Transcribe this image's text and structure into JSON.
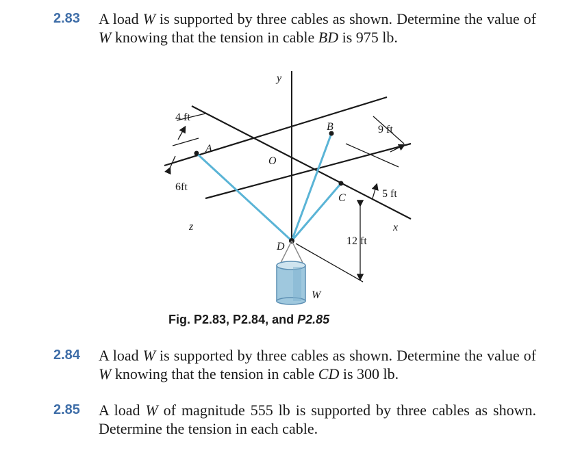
{
  "problems": [
    {
      "number": "2.83",
      "pre": "A load ",
      "var1": "W",
      "mid1": " is supported by three cables as shown. Determine the value of ",
      "var2": "W",
      "mid2": " knowing that the tension in cable ",
      "var3": "BD",
      "post": " is 975 lb."
    },
    {
      "number": "2.84",
      "pre": "A load ",
      "var1": "W",
      "mid1": " is supported by three cables as shown. Determine the value of ",
      "var2": "W",
      "mid2": " knowing that the tension in cable ",
      "var3": "CD",
      "post": " is 300 lb."
    },
    {
      "number": "2.85",
      "pre": "A load ",
      "var1": "W",
      "post": " of magnitude 555 lb is supported by three cables as shown. Determine the tension in each cable."
    }
  ],
  "figure": {
    "caption_main": "Fig. P2.83, P2.84, and ",
    "caption_italic": "P2.85",
    "labels": {
      "y": "y",
      "x": "x",
      "z": "z",
      "O": "O",
      "A": "A",
      "B": "B",
      "C": "C",
      "D": "D",
      "W": "W",
      "dim_4ft": "4 ft",
      "dim_6ft": "6ft",
      "dim_9ft": "9 ft",
      "dim_5ft": "5 ft",
      "dim_12ft": "12 ft"
    },
    "colors": {
      "cable": "#5ab4d6",
      "frame": "#1a1a1a",
      "bucket_body": "#9fc8de",
      "bucket_shade": "#5c8fb3",
      "number_accent": "#3f6ea8"
    }
  }
}
